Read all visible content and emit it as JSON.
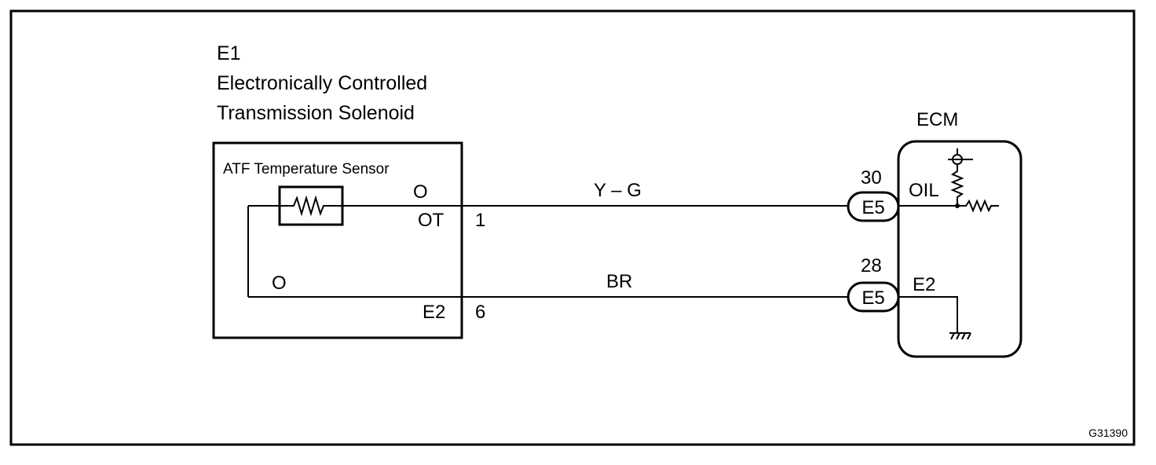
{
  "component": {
    "code": "E1",
    "name_line1": "Electronically Controlled",
    "name_line2": "Transmission Solenoid",
    "sensor_label": "ATF Temperature Sensor",
    "wire_color_top_left": "O",
    "wire_color_bottom_left": "O",
    "terminal_ot": "OT",
    "terminal_e2": "E2",
    "pin_ot": "1",
    "pin_e2": "6"
  },
  "wires": {
    "top_color": "Y – G",
    "bottom_color": "BR"
  },
  "ecm": {
    "title": "ECM",
    "connector_top": "E5",
    "connector_bottom": "E5",
    "pin_top": "30",
    "pin_bottom": "28",
    "terminal_oil": "OIL",
    "terminal_e2": "E2"
  },
  "figure_id": "G31390",
  "colors": {
    "line": "#000000",
    "background": "#ffffff"
  }
}
